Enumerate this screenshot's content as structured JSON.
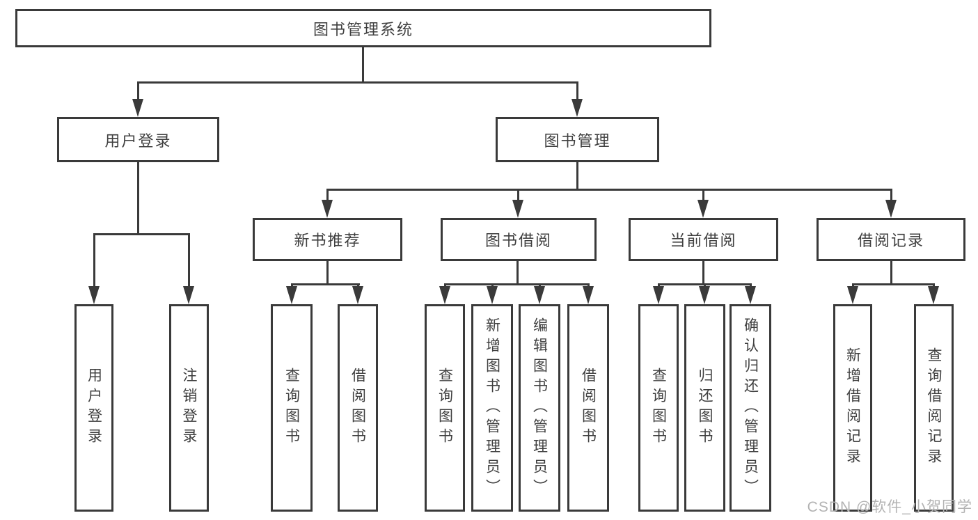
{
  "colors": {
    "line": "#3a3a3a",
    "text": "#3f3f3f",
    "watermark": "#b3b3b3",
    "bg": "#ffffff"
  },
  "watermark": {
    "text": "CSDN @软件_小贺同学"
  },
  "tree": {
    "root": "图书管理系统",
    "children": [
      {
        "label": "用户登录",
        "children": [
          "用户登录",
          "注销登录"
        ]
      },
      {
        "label": "图书管理",
        "children": [
          {
            "label": "新书推荐",
            "children": [
              "查询图书",
              "借阅图书"
            ]
          },
          {
            "label": "图书借阅",
            "children": [
              "查询图书",
              "新增图书（管理员）",
              "编辑图书（管理员）",
              "借阅图书"
            ]
          },
          {
            "label": "当前借阅",
            "children": [
              "查询图书",
              "归还图书",
              "确认归还（管理员）"
            ]
          },
          {
            "label": "借阅记录",
            "children": [
              "新增借阅记录",
              "查询借阅记录"
            ]
          }
        ]
      }
    ]
  }
}
